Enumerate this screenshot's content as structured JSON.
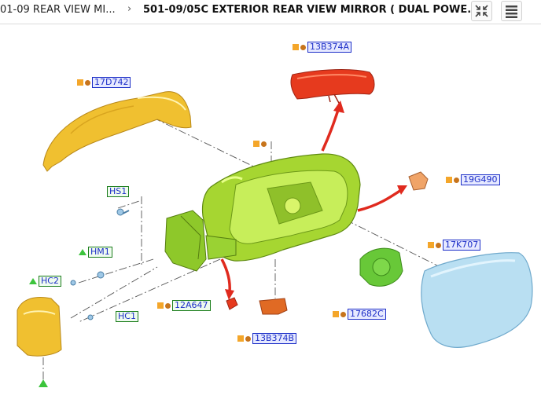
{
  "header": {
    "breadcrumb_parent": "01-09 REAR VIEW MI...",
    "breadcrumb_separator": "›",
    "breadcrumb_current": "501-09/05C EXTERIOR REAR VIEW MIRROR ( DUAL POWE...",
    "toolbar_icons": [
      "collapse-icon",
      "list-icon"
    ]
  },
  "diagram": {
    "parts": [
      {
        "id": "17D742",
        "markers": [
          "square",
          "dot"
        ],
        "style": "blue"
      },
      {
        "id": "13B374A",
        "markers": [
          "square",
          "dot"
        ],
        "style": "blue"
      },
      {
        "id": "19G490",
        "markers": [
          "square",
          "dot"
        ],
        "style": "blue"
      },
      {
        "id": "17K707",
        "markers": [
          "square",
          "dot"
        ],
        "style": "blue"
      },
      {
        "id": "HS1",
        "markers": [],
        "style": "green"
      },
      {
        "id": "HM1",
        "markers": [
          "triangle"
        ],
        "style": "green"
      },
      {
        "id": "HC2",
        "markers": [
          "triangle"
        ],
        "style": "green"
      },
      {
        "id": "HC1",
        "markers": [],
        "style": "green"
      },
      {
        "id": "12A647",
        "markers": [
          "square",
          "dot"
        ],
        "style": "green"
      },
      {
        "id": "13B374B",
        "markers": [
          "square",
          "dot"
        ],
        "style": "blue"
      },
      {
        "id": "17682C",
        "markers": [
          "square",
          "dot"
        ],
        "style": "blue"
      }
    ],
    "colors": {
      "housing_green": "#a6d631",
      "cover_yellow": "#f0c030",
      "signal_red": "#e63a1e",
      "glass_blue": "#b9dff2",
      "arrow_red": "#e02a1e",
      "label_blue": "#1d2fc8",
      "marker_orange": "#f4a62a"
    }
  }
}
